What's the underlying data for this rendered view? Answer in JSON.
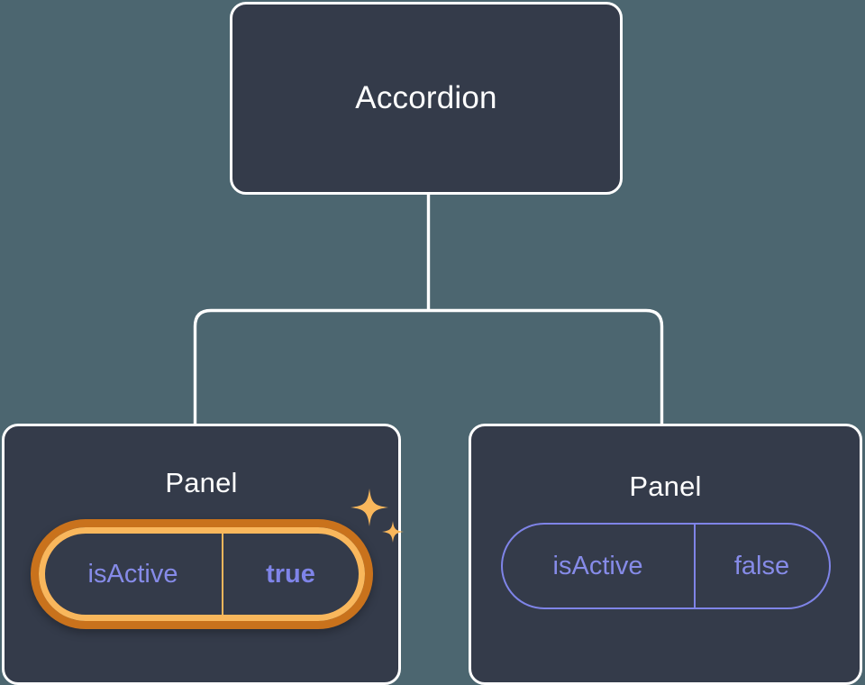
{
  "diagram": {
    "type": "component-tree",
    "background_color": "#4c6670",
    "node_fill": "#343b4a",
    "node_border": "#ffffff",
    "edge_color": "#ffffff",
    "highlight_color": "#f9b75c",
    "highlight_outer_color": "#c9721c",
    "prop_text_color": "#868be8",
    "prop_value_color": "#7f84e8",
    "root": {
      "title": "Accordion"
    },
    "children": [
      {
        "title": "Panel",
        "highlighted": true,
        "prop": {
          "key": "isActive",
          "value": "true"
        },
        "sparkle_icon": "sparkles-icon"
      },
      {
        "title": "Panel",
        "highlighted": false,
        "prop": {
          "key": "isActive",
          "value": "false"
        }
      }
    ]
  }
}
